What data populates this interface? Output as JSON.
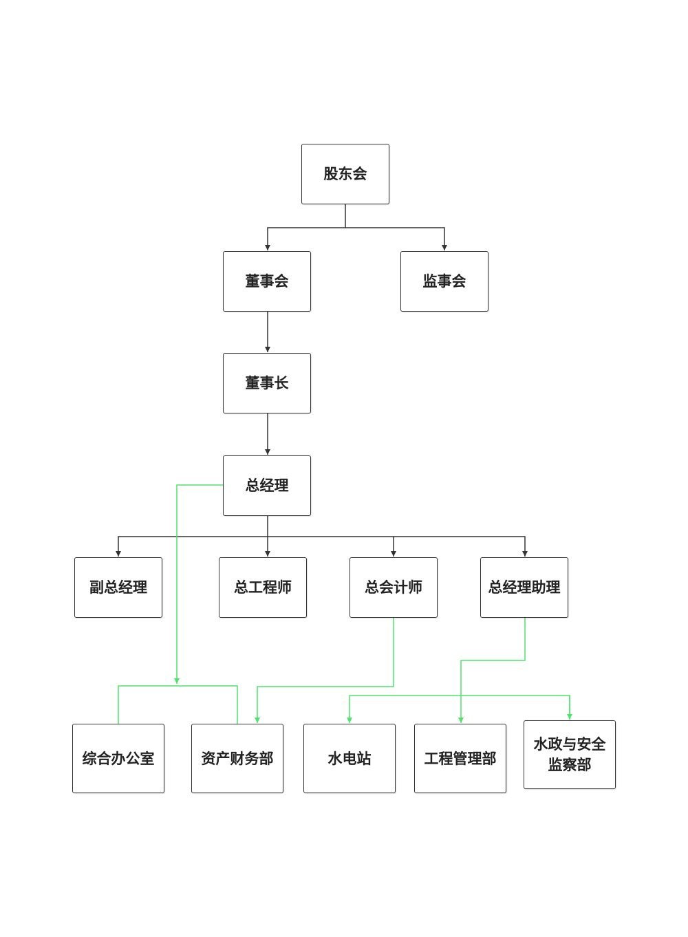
{
  "colors": {
    "node_border": "#333333",
    "node_text": "#222222",
    "black_connector": "#333333",
    "green_connector": "#4fe36b"
  },
  "nodes": {
    "shareholders": "股东会",
    "board": "董事会",
    "supervisors": "监事会",
    "chairman": "董事长",
    "general_manager": "总经理",
    "deputy_gm": "副总经理",
    "chief_engineer": "总工程师",
    "chief_accountant": "总会计师",
    "gm_assistant": "总经理助理",
    "general_office": "综合办公室",
    "asset_finance": "资产财务部",
    "hydro_station": "水电站",
    "engineering_mgmt": "工程管理部",
    "water_admin_line1": "水政与安全",
    "water_admin_line2": "监察部"
  }
}
